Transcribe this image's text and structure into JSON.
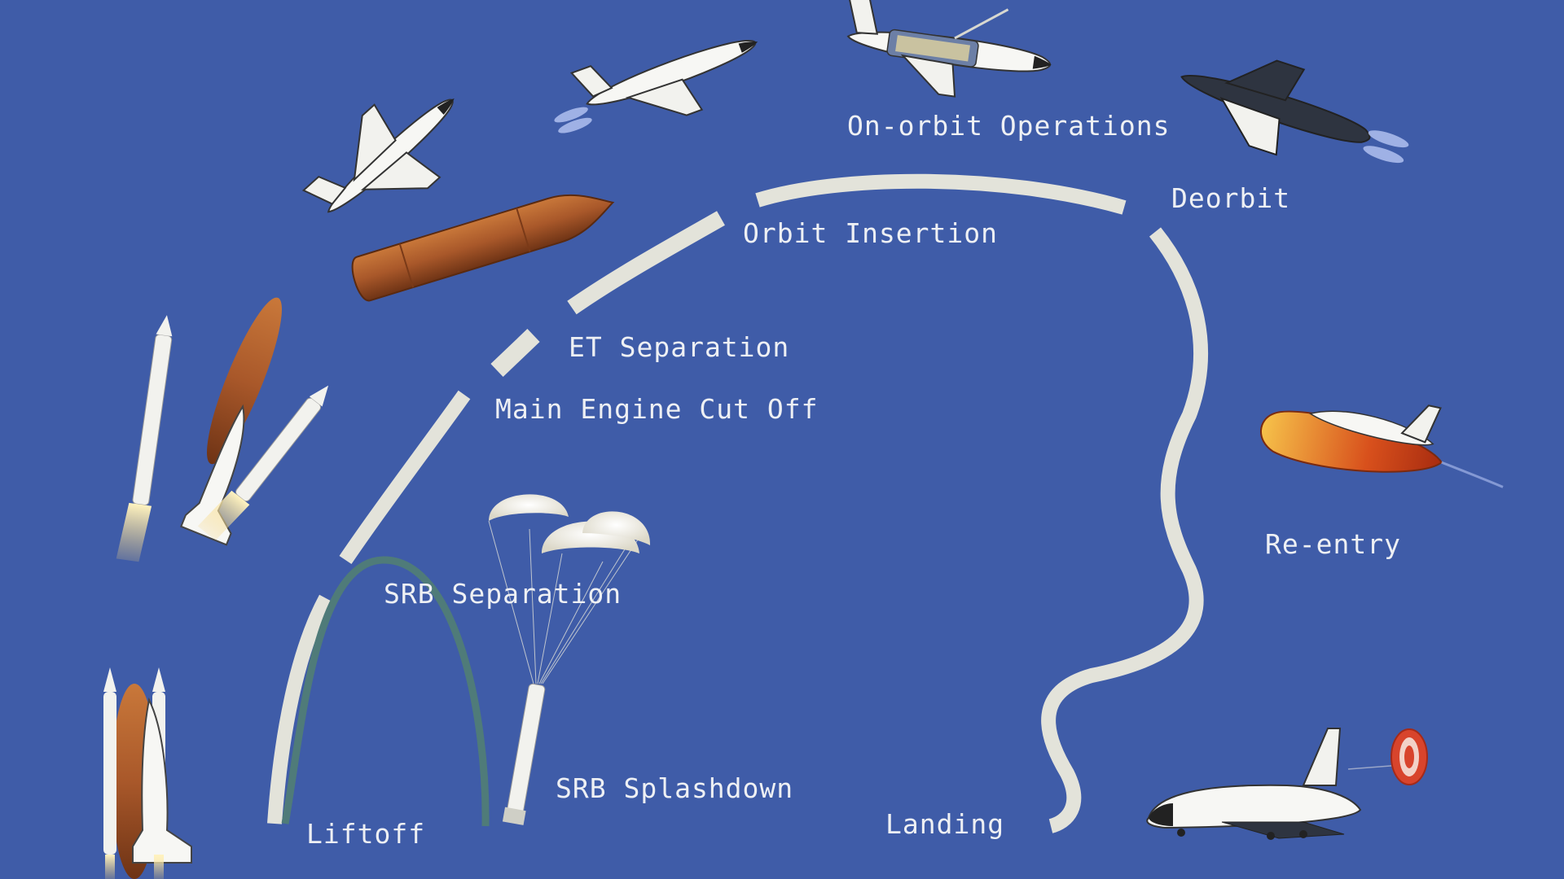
{
  "background_color": "#3f5ca8",
  "path_color": "#e3e3da",
  "srb_arc_color": "#4f7b79",
  "phases": {
    "liftoff": "Liftoff",
    "srb_separation": "SRB Separation",
    "srb_splashdown": "SRB Splashdown",
    "main_engine_cut_off": "Main Engine Cut Off",
    "et_separation": "ET Separation",
    "orbit_insertion": "Orbit Insertion",
    "on_orbit_operations": "On-orbit Operations",
    "deorbit": "Deorbit",
    "re_entry": "Re-entry",
    "landing": "Landing"
  },
  "illustrations": [
    "shuttle-on-pad-icon",
    "srb-separation-icon",
    "parachutes-icon",
    "srb-booster-icon",
    "external-tank-icon",
    "shuttle-ascending-icon",
    "shuttle-orbit-insertion-icon",
    "shuttle-payload-bay-icon",
    "shuttle-deorbit-icon",
    "shuttle-reentry-icon",
    "shuttle-landing-icon",
    "drag-chute-icon"
  ]
}
